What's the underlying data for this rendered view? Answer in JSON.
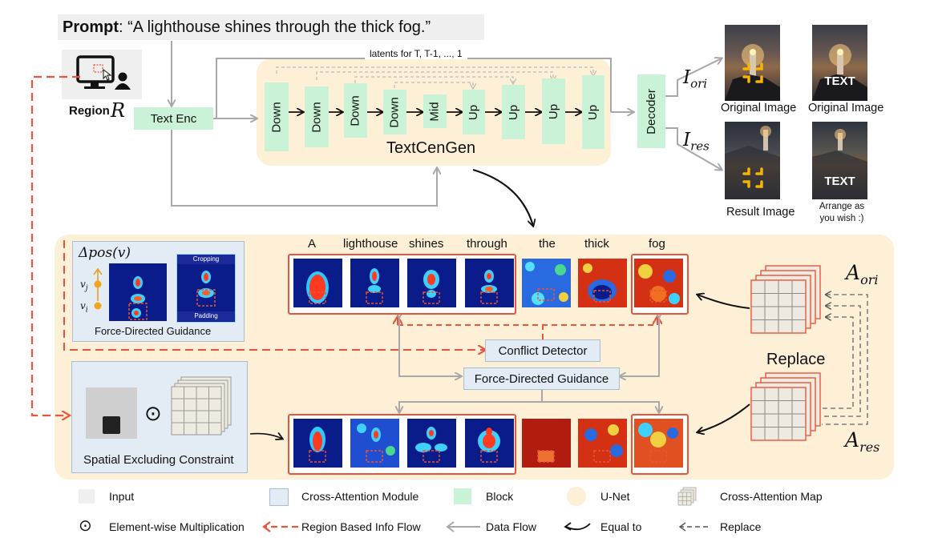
{
  "prompt": {
    "label": "Prompt",
    "text": ": “A lighthouse shines through the thick fog.”"
  },
  "region": {
    "label": "Region",
    "symbol": "R"
  },
  "text_enc": "Text Enc",
  "latents": "latents for T, T-1, ..., 1",
  "unet_blocks": [
    "Down",
    "Down",
    "Down",
    "Down",
    "Mid",
    "Up",
    "Up",
    "Up",
    "Up"
  ],
  "unet_name": "TextCenGen",
  "decoder": "Decoder",
  "i_ori": {
    "base": "I",
    "sub": "ori"
  },
  "i_res": {
    "base": "I",
    "sub": "res"
  },
  "images": {
    "original1": "Original Image",
    "original2": "Original Image",
    "result": "Result Image",
    "arrange": "Arrange as you wish :)",
    "text_overlay": "TEXT"
  },
  "tokens": [
    "A",
    "lighthouse",
    "shines",
    "through",
    "the",
    "thick",
    "fog"
  ],
  "force_panel": {
    "title": "Δpos(v)",
    "vj": "v",
    "vj_sub": "j",
    "vi": "v",
    "vi_sub": "i",
    "cropping": "Cropping",
    "padding": "Padding",
    "caption": "Force-Directed Guidance"
  },
  "conflict_detector": "Conflict Detector",
  "force_guidance": "Force-Directed Guidance",
  "spatial_caption": "Spatial Excluding Constraint",
  "odot": "⊙",
  "replace": "Replace",
  "a_ori": {
    "base": "A",
    "sub": "ori"
  },
  "a_res": {
    "base": "A",
    "sub": "res"
  },
  "legend": {
    "input": "Input",
    "cross_attention_module": "Cross-Attention Module",
    "block": "Block",
    "unet": "U-Net",
    "cross_attention_map": "Cross-Attention Map",
    "element_wise": "Element-wise Multiplication",
    "region_flow": "Region Based Info Flow",
    "data_flow": "Data Flow",
    "equal_to": "Equal to",
    "replace": "Replace"
  },
  "colors": {
    "block": "#c9f2d6",
    "unet": "#fdf0d7",
    "input": "#efefef",
    "module": "#e3ebf4",
    "region_flow": "#e8553b",
    "data_flow": "#b3b3b3",
    "highlight": "#f5b400"
  }
}
